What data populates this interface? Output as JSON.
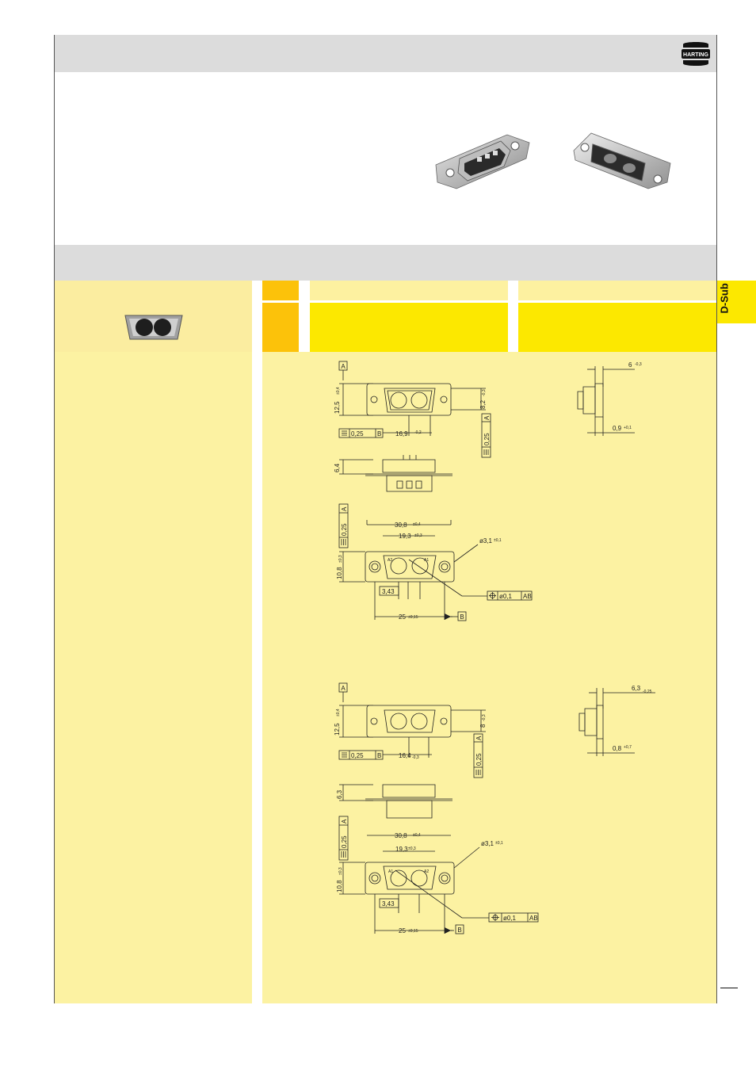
{
  "brand": {
    "logo_text": "HARTING"
  },
  "side_tab": {
    "label": "D-Sub"
  },
  "drawing_1": {
    "datum_a": "A",
    "datum_b": "B",
    "height_dim": "12,5",
    "height_tol": "±0,4",
    "depth_dim": "8,2",
    "depth_tol": "-0,3",
    "flatness_left": "0,25",
    "flatness_left_ref": "B",
    "center_dim": "16,9",
    "center_tol": "-0,2",
    "flatness_right": "0,25",
    "flatness_right_ref": "A",
    "side_dim": "6,4",
    "width_dim": "30,8",
    "width_tol": "±0,4",
    "pitch_dim": "19,3",
    "pitch_tol": "±0,3",
    "hole_dia": "ø3,1",
    "hole_tol": "±0,1",
    "shell_height": "10,8",
    "shell_tol": "±0,3",
    "contact_a2": "A2",
    "contact_a1": "A1",
    "spacing": "3,43",
    "position_tol": "ø0,1",
    "position_ref": "AB",
    "mount_dim": "25",
    "mount_tol": "±0,15",
    "profile_top": "6",
    "profile_top_tol": "-0,3",
    "profile_bottom": "0,9",
    "profile_bottom_tol": "+0,1"
  },
  "drawing_2": {
    "datum_a": "A",
    "datum_b": "B",
    "height_dim": "12,5",
    "height_tol": "±0,4",
    "depth_dim": "8",
    "depth_tol": "-0,3",
    "flatness_left": "0,25",
    "flatness_left_ref": "B",
    "center_dim": "16,4",
    "center_tol": "-0,3",
    "flatness_right": "0,25",
    "flatness_right_ref": "A",
    "side_dim": "6,3",
    "width_dim": "30,8",
    "width_tol": "±0,4",
    "pitch_dim": "19,3",
    "pitch_tol": "±0,3",
    "hole_dia": "ø3,1",
    "hole_tol": "±0,1",
    "shell_height": "10,8",
    "shell_tol": "±0,3",
    "contact_a1": "A1",
    "contact_a2": "A2",
    "spacing": "3,43",
    "position_tol": "ø0,1",
    "position_ref": "AB",
    "mount_dim": "25",
    "mount_tol": "±0,15",
    "profile_top": "6,3",
    "profile_top_tol": "-0,25",
    "profile_bottom": "0,8",
    "profile_bottom_tol": "+0,7"
  }
}
